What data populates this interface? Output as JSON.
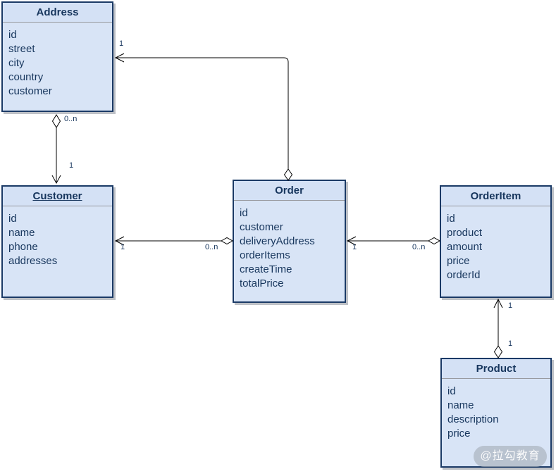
{
  "diagram": {
    "type": "uml-class-diagram",
    "colors": {
      "box_fill": "#d8e4f6",
      "box_header_fill": "#d4e1f5",
      "box_border": "#1b3a66",
      "text": "#17365d",
      "divider": "#97999e",
      "connector_line": "#000000",
      "multiplicity_label": "#17365d",
      "shadow": "#6e7680",
      "watermark_bg": "#a4adb7",
      "watermark_text": "#ffffff"
    }
  },
  "entities": [
    {
      "name": "Address",
      "fields": [
        "id",
        "street",
        "city",
        "country",
        "customer"
      ]
    },
    {
      "name": "Customer",
      "fields": [
        "id",
        "name",
        "phone",
        "addresses"
      ]
    },
    {
      "name": "Order",
      "fields": [
        "id",
        "customer",
        "deliveryAddress",
        "orderItems",
        "createTime",
        "totalPrice"
      ]
    },
    {
      "name": "OrderItem",
      "fields": [
        "id",
        "product",
        "amount",
        "price",
        "orderId"
      ]
    },
    {
      "name": "Product",
      "fields": [
        "id",
        "name",
        "description",
        "price"
      ]
    }
  ],
  "relationships": {
    "address_customer": {
      "diamond_end_label": "0..n",
      "arrow_end_label": "1"
    },
    "order_address": {
      "arrow_end_label": "1"
    },
    "order_customer": {
      "diamond_end_label": "0..n",
      "arrow_end_label": "1"
    },
    "orderitem_order": {
      "diamond_end_label": "0..n",
      "arrow_end_label": "1"
    },
    "product_orderitem": {
      "diamond_end_label": "1",
      "arrow_end_label": "1"
    }
  },
  "watermark": {
    "text": "@拉勾教育"
  }
}
